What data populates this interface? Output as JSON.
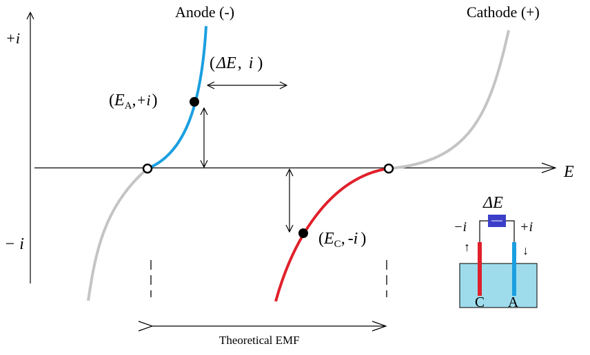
{
  "labels": {
    "anode": "Anode (-)",
    "cathode": "Cathode (+)",
    "y_pos": "+i",
    "y_neg": "− i",
    "x_axis": "E",
    "anode_point": {
      "open": "(",
      "E": "E",
      "sub": "A",
      "sep": ",",
      "val": "+i",
      "close": ")"
    },
    "cathode_point": {
      "open": "(",
      "E": "E",
      "sub": "C",
      "sep": ",",
      "val": "-i",
      "close": ")"
    },
    "delta": {
      "open": "(",
      "sym": "ΔE",
      "sep": ",",
      "val": "i",
      "close": ")"
    },
    "emf": "Theoretical EMF"
  },
  "inset": {
    "title": "ΔE",
    "left_current": "−i",
    "right_current": "+i",
    "up_arrow": "↑",
    "down_arrow": "↓",
    "cathode_letter": "C",
    "anode_letter": "A"
  },
  "colors": {
    "anode": "#1a9fe0",
    "cathode": "#e0202a",
    "gray": "#c4c4c4",
    "electrolyte": "#9edcec",
    "meter": "#3b3fc8"
  }
}
